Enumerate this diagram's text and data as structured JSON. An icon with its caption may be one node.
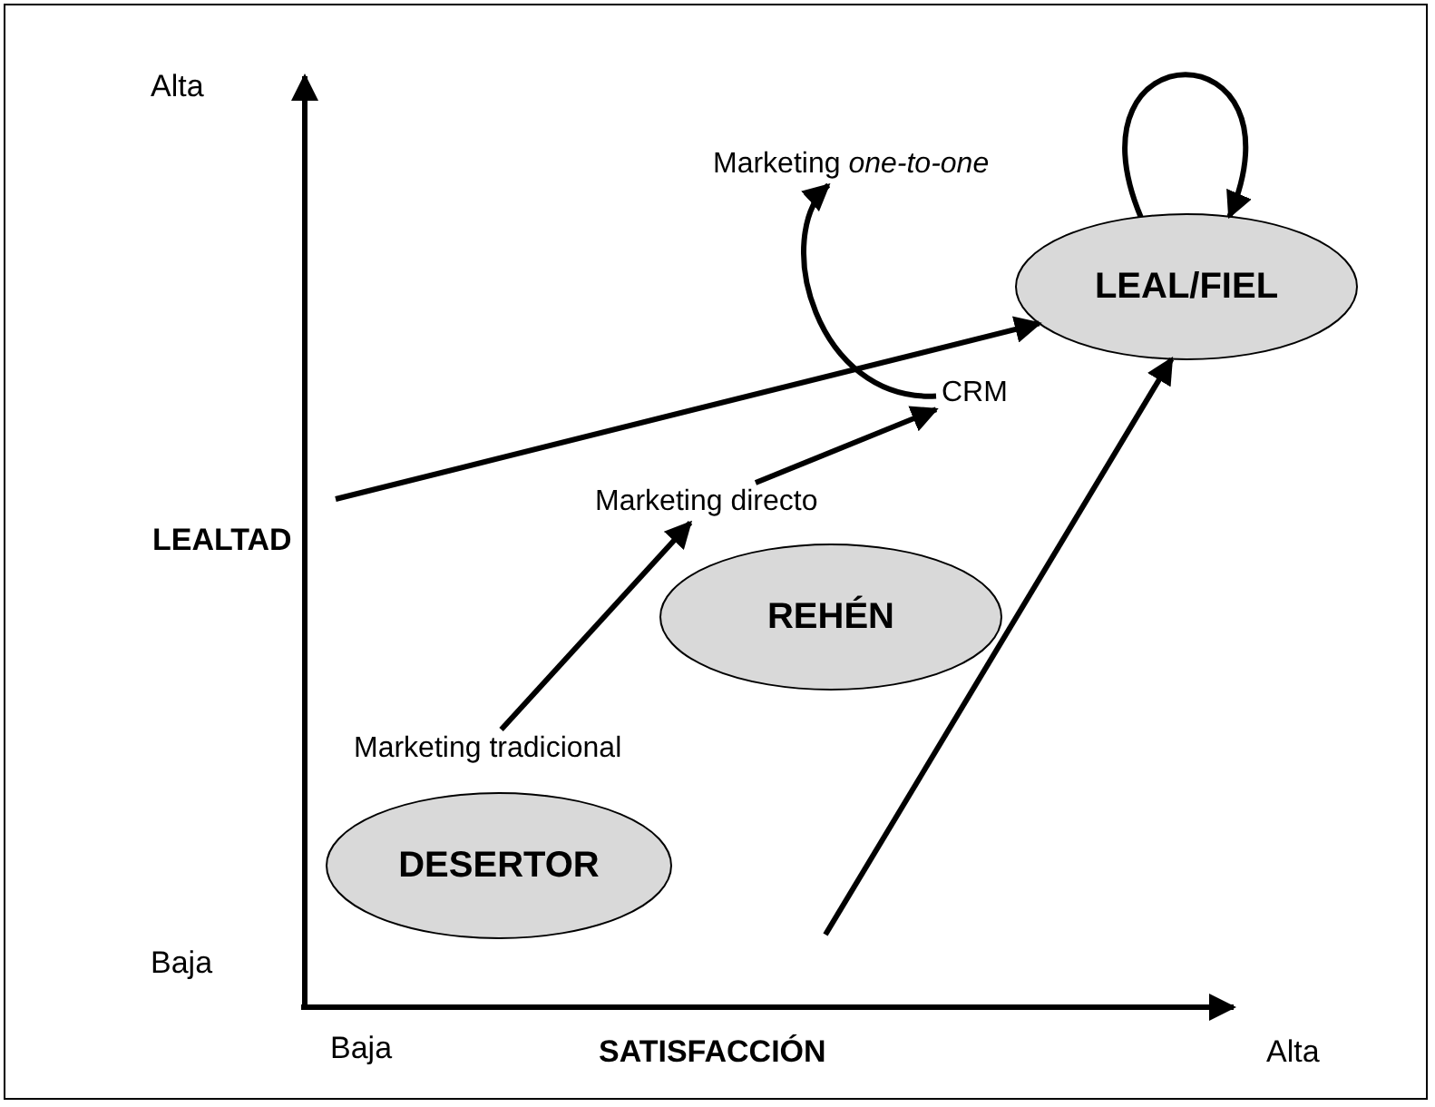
{
  "diagram": {
    "nodes": [
      {
        "text": [
          "LEAL/FIEL"
        ]
      },
      {
        "text": [
          "REHÉN"
        ]
      },
      {
        "text": [
          "DESERTOR"
        ]
      },
      {
        "text": [
          "Marketing *one-to-one*"
        ]
      },
      {
        "text": [
          "CRM"
        ]
      },
      {
        "text": [
          "Marketing directo"
        ]
      },
      {
        "text": [
          "Marketing tradicional"
        ]
      }
    ],
    "edges": [
      {
        "from": 6,
        "to": 5,
        "arrow": "to"
      },
      {
        "from": 5,
        "to": 4,
        "arrow": "to"
      },
      {
        "from": 4,
        "to": 3,
        "arrow": "to"
      },
      {
        "from": 0,
        "to": 0,
        "arrow": "to"
      },
      {
        "from": null,
        "to": 0,
        "arrow": "to"
      },
      {
        "from": null,
        "to": 0,
        "arrow": "to"
      }
    ],
    "labels": [
      "Alta",
      "LEALTAD",
      "Baja",
      "Baja",
      "SATISFACCIÓN",
      "Alta"
    ]
  }
}
